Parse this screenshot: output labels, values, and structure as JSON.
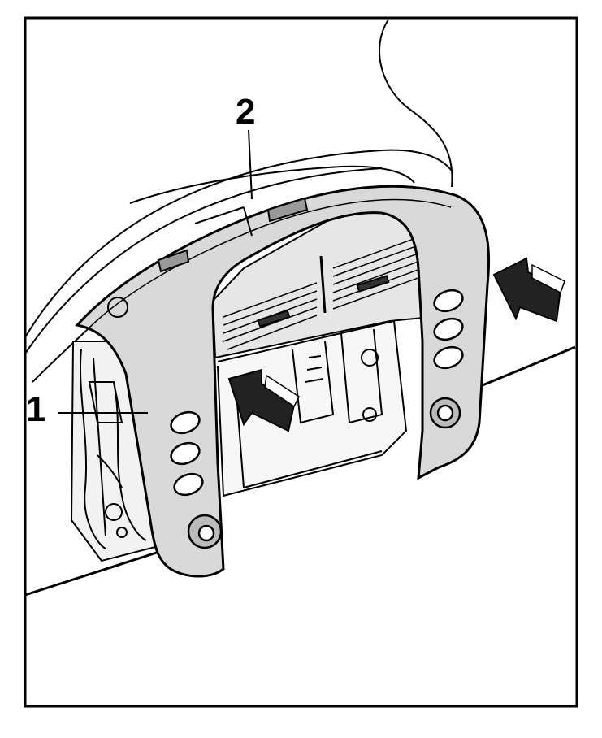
{
  "diagram": {
    "callouts": [
      {
        "id": "1",
        "label": "1"
      },
      {
        "id": "2",
        "label": "2"
      }
    ],
    "colors": {
      "line": "#000000",
      "panel_fill": "#d9d9d9",
      "shadow_fill": "#4a4a4a",
      "background": "#ffffff"
    },
    "icons": [
      "push-arrow-icon",
      "push-arrow-icon"
    ]
  }
}
